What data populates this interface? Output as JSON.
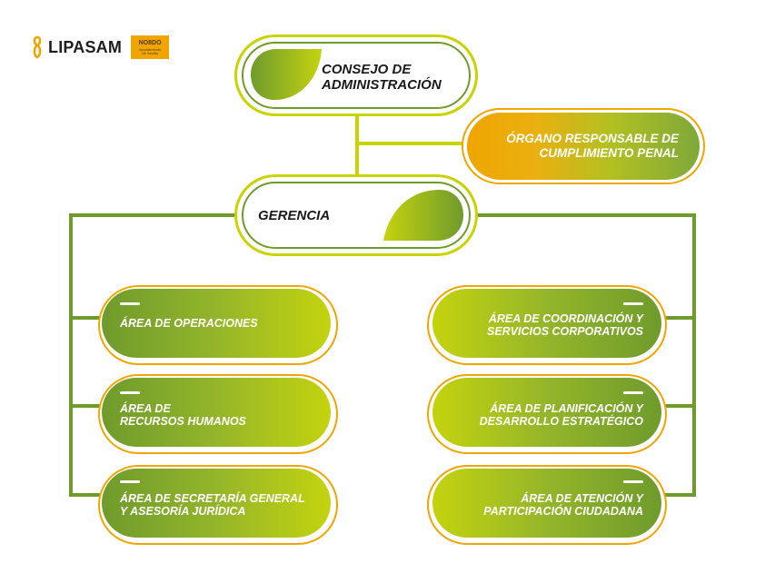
{
  "logo": {
    "name": "LIPASAM",
    "badge_line1": "NO8DO",
    "badge_line2": "Ayuntamiento",
    "badge_line3": "de Sevilla"
  },
  "consejo": {
    "label": "CONSEJO DE\nADMINISTRACIÓN"
  },
  "organo": {
    "label": "ÓRGANO RESPONSABLE DE\nCUMPLIMIENTO PENAL"
  },
  "gerencia": {
    "label": "GERENCIA"
  },
  "areas_left": [
    {
      "label": "ÁREA DE OPERACIONES"
    },
    {
      "label": "ÁREA DE\nRECURSOS HUMANOS"
    },
    {
      "label": "ÁREA DE SECRETARÍA GENERAL\nY ASESORÍA JURÍDICA"
    }
  ],
  "areas_right": [
    {
      "label": "ÁREA DE COORDINACIÓN Y\nSERVICIOS CORPORATIVOS"
    },
    {
      "label": "ÁREA DE PLANIFICACIÓN Y\nDESARROLLO ESTRATÉGICO"
    },
    {
      "label": "ÁREA DE ATENCIÓN Y\nPARTICIPACIÓN CIUDADANA"
    }
  ],
  "colors": {
    "connector": "#7fa83a",
    "connector_yellow": "#c8d400",
    "orange": "#f0a500",
    "green_dark": "#6f9b2c",
    "yellow_green": "#c4d30e"
  }
}
